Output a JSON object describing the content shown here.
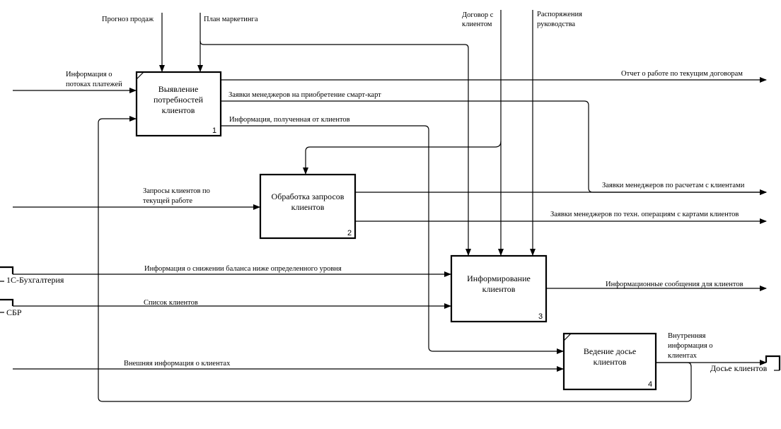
{
  "diagram": {
    "type": "IDEF0",
    "activities": [
      {
        "id": "1",
        "label_lines": [
          "Выявление",
          "потребностей",
          "клиентов"
        ],
        "number": "1"
      },
      {
        "id": "2",
        "label_lines": [
          "Обработка запросов",
          "клиентов"
        ],
        "number": "2"
      },
      {
        "id": "3",
        "label_lines": [
          "Информирование",
          "клиентов"
        ],
        "number": "3"
      },
      {
        "id": "4",
        "label_lines": [
          "Ведение досье",
          "клиентов"
        ],
        "number": "4"
      }
    ],
    "arrows": {
      "prognoz": {
        "label": "Прогноз продаж"
      },
      "plan": {
        "label": "План маркетинга"
      },
      "dogovor": {
        "label_lines": [
          "Договор с",
          "клиентом"
        ]
      },
      "rasp": {
        "label_lines": [
          "Распоряжения",
          "руководства"
        ]
      },
      "info_potoki": {
        "label_lines": [
          "Информация о",
          "потоках платежей"
        ]
      },
      "otchet": {
        "label": "Отчет о работе по текущим договорам"
      },
      "zayavki_smart": {
        "label": "Заявки менеджеров на приобретение смарт-карт"
      },
      "info_poluch": {
        "label": "Информация, полученная от клиентов"
      },
      "zaprosy": {
        "label_lines": [
          "Запросы клиентов по",
          "текущей работе"
        ]
      },
      "zayavki_raschet": {
        "label": "Заявки менеджеров по расчетам с клиентами"
      },
      "zayavki_tehn": {
        "label": "Заявки менеджеров по техн. операциям с картами клиентов"
      },
      "info_balans": {
        "label": "Информация о снижении баланса ниже определенного уровня"
      },
      "spisok": {
        "label": "Список клиентов"
      },
      "info_soobsch": {
        "label": "Информационные сообщения для клиентов"
      },
      "vneshnyaya": {
        "label": "Внешняя информация о клиентах"
      },
      "vnutrennyaya": {
        "label_lines": [
          "Внутренняя",
          "информация о",
          "клиентах"
        ]
      }
    },
    "tunnels": {
      "buh": {
        "label": "1С-Бухгалтерия"
      },
      "sbr": {
        "label": "СБР"
      },
      "dosie": {
        "label": "Досье клиентов"
      }
    }
  }
}
